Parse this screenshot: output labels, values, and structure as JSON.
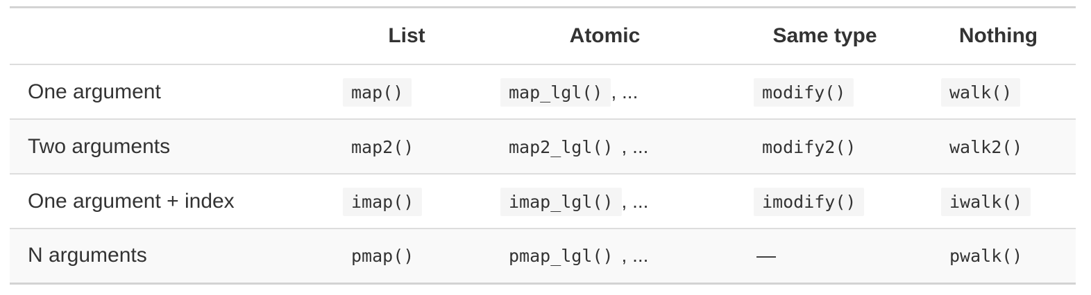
{
  "table": {
    "headers": [
      "",
      "List",
      "Atomic",
      "Same type",
      "Nothing"
    ],
    "rows": [
      {
        "label": "One argument",
        "list": "map()",
        "atomic": "map_lgl()",
        "atomic_suffix": ", ...",
        "same_type": "modify()",
        "nothing": "walk()"
      },
      {
        "label": "Two arguments",
        "list": "map2()",
        "atomic": "map2_lgl()",
        "atomic_suffix": ", ...",
        "same_type": "modify2()",
        "nothing": "walk2()"
      },
      {
        "label": "One argument + index",
        "list": "imap()",
        "atomic": "imap_lgl()",
        "atomic_suffix": ", ...",
        "same_type": "imodify()",
        "nothing": "iwalk()"
      },
      {
        "label": "N arguments",
        "list": "pmap()",
        "atomic": "pmap_lgl()",
        "atomic_suffix": ", ...",
        "same_type": "—",
        "nothing": "pwalk()"
      }
    ]
  }
}
